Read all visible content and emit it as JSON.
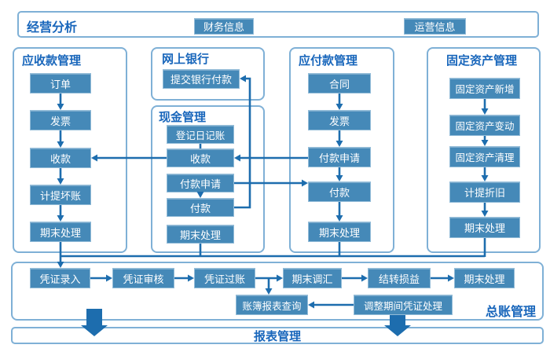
{
  "colors": {
    "background": "#ffffff",
    "node_fill": "#4589b8",
    "node_border": "#93bcd8",
    "node_text": "#ffffff",
    "title_blue": "#1866bb",
    "arrow": "#1d6dae",
    "container_border": "#7fb0d6"
  },
  "header": {
    "title": "经营分析",
    "finance_button": "财务信息",
    "operations_button": "运营信息"
  },
  "columns": {
    "receivables": {
      "title": "应收款管理",
      "nodes": [
        "订单",
        "发票",
        "收款",
        "计提坏账",
        "期末处理"
      ]
    },
    "online_banking": {
      "title": "网上银行",
      "nodes": [
        "提交银行付款"
      ]
    },
    "cash": {
      "title": "现金管理",
      "nodes": [
        "登记日记账",
        "收款",
        "付款申请",
        "付款",
        "期末处理"
      ]
    },
    "payables": {
      "title": "应付款管理",
      "nodes": [
        "合同",
        "发票",
        "付款申请",
        "付款",
        "期末处理"
      ]
    },
    "fixed_assets": {
      "title": "固定资产管理",
      "nodes": [
        "固定资产新增",
        "固定资产变动",
        "固定资产清理",
        "计提折旧",
        "期末处理"
      ]
    }
  },
  "general_ledger": {
    "title": "总账管理",
    "flow": [
      "凭证录入",
      "凭证审核",
      "凭证过账",
      "期末调汇",
      "结转损益",
      "期末处理"
    ],
    "sub_flow": [
      "账簿报表查询",
      "调整期间凭证处理"
    ]
  },
  "reports": {
    "title": "报表管理"
  }
}
